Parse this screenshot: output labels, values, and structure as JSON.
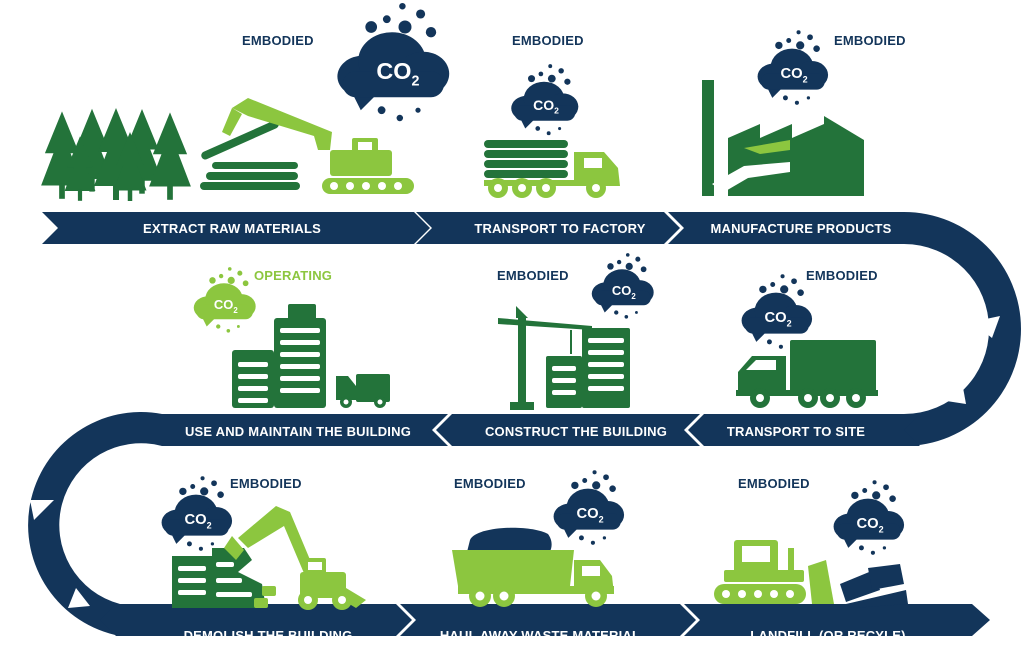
{
  "colors": {
    "navy": "#13355a",
    "dark_green": "#23733a",
    "light_green": "#8cc63f",
    "white": "#ffffff"
  },
  "co2_icon": {
    "text": "CO",
    "subscript": "2"
  },
  "rows": [
    {
      "direction": "left-to-right",
      "stages": [
        {
          "label": "EXTRACT RAW MATERIALS",
          "tag": "EMBODIED",
          "tag_color": "navy",
          "icons": [
            "forest-icon",
            "log-loader-icon",
            "co2-cloud-icon"
          ]
        },
        {
          "label": "TRANSPORT TO FACTORY",
          "tag": "EMBODIED",
          "tag_color": "navy",
          "icons": [
            "log-truck-icon",
            "co2-cloud-icon"
          ]
        },
        {
          "label": "MANUFACTURE PRODUCTS",
          "tag": "EMBODIED",
          "tag_color": "navy",
          "icons": [
            "factory-icon",
            "co2-cloud-icon"
          ]
        }
      ]
    },
    {
      "direction": "right-to-left",
      "stages": [
        {
          "label": "USE AND MAINTAIN THE BUILDING",
          "tag": "OPERATING",
          "tag_color": "light_green",
          "icons": [
            "buildings-icon",
            "van-icon",
            "co2-cloud-icon"
          ]
        },
        {
          "label": "CONSTRUCT THE BUILDING",
          "tag": "EMBODIED",
          "tag_color": "navy",
          "icons": [
            "tower-crane-icon",
            "building-under-construction-icon",
            "co2-cloud-icon"
          ]
        },
        {
          "label": "TRANSPORT TO SITE",
          "tag": "EMBODIED",
          "tag_color": "navy",
          "icons": [
            "box-truck-icon",
            "co2-cloud-icon"
          ]
        }
      ]
    },
    {
      "direction": "left-to-right",
      "stages": [
        {
          "label": "DEMOLISH THE BUILDING",
          "tag": "EMBODIED",
          "tag_color": "navy",
          "icons": [
            "demolished-building-icon",
            "excavator-icon",
            "co2-cloud-icon"
          ]
        },
        {
          "label": "HAUL AWAY WASTE MATERIAL",
          "tag": "EMBODIED",
          "tag_color": "navy",
          "icons": [
            "dump-truck-icon",
            "co2-cloud-icon"
          ]
        },
        {
          "label": "LANDFILL (OR RECYLE)",
          "tag": "EMBODIED",
          "tag_color": "navy",
          "icons": [
            "bulldozer-icon",
            "waste-pile-icon",
            "co2-cloud-icon"
          ]
        }
      ]
    }
  ]
}
